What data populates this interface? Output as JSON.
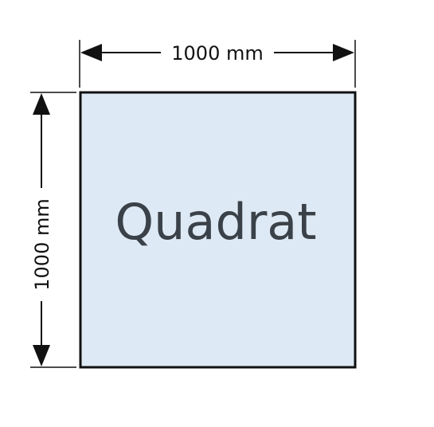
{
  "diagram": {
    "shape_label": "Quadrat",
    "width_label": "1000 mm",
    "height_label": "1000 mm"
  },
  "colors": {
    "fill": "#dde9f4",
    "outline": "#111111",
    "dimension_lines": "#111111",
    "label_text": "#3b4148"
  }
}
